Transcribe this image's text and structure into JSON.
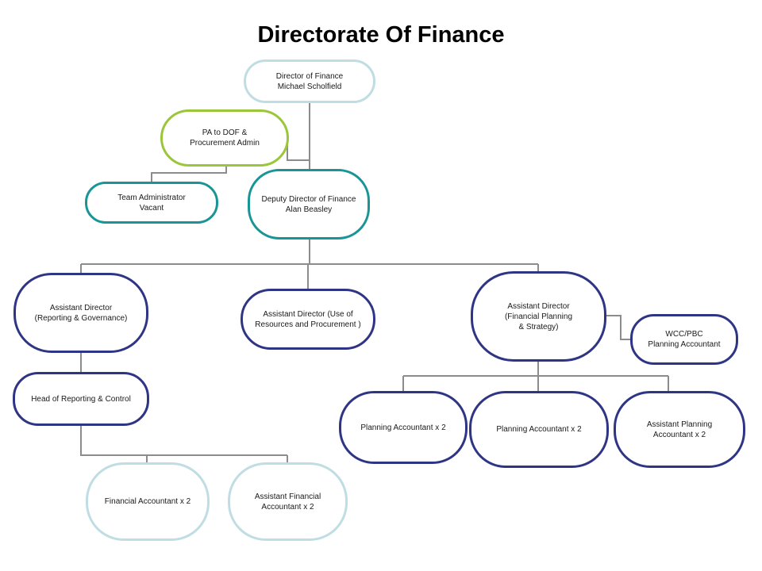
{
  "title": "Directorate Of Finance",
  "colors": {
    "light_blue": "#bfdde3",
    "lime_green": "#9ac73a",
    "teal": "#1a9596",
    "navy": "#2f3585",
    "connector": "#8c8c8c"
  },
  "nodes": {
    "director": {
      "lines": [
        "Director of Finance",
        "Michael Scholfield"
      ]
    },
    "pa": {
      "lines": [
        "PA to DOF &",
        "Procurement  Admin"
      ]
    },
    "team_admin": {
      "lines": [
        "Team Administrator",
        "Vacant"
      ]
    },
    "deputy": {
      "lines": [
        "Deputy Director of Finance",
        "Alan Beasley"
      ]
    },
    "ad_reporting": {
      "lines": [
        "Assistant Director",
        "(Reporting & Governance)"
      ]
    },
    "ad_resources": {
      "lines": [
        "Assistant Director (Use of",
        "Resources and Procurement )"
      ]
    },
    "ad_planning": {
      "lines": [
        "Assistant Director",
        "(Financial Planning",
        "& Strategy)"
      ]
    },
    "wcc": {
      "lines": [
        "WCC/PBC",
        "Planning Accountant"
      ]
    },
    "head_reporting": {
      "lines": [
        "Head of  Reporting & Control"
      ]
    },
    "fin_acct": {
      "lines": [
        "Financial Accountant x 2"
      ]
    },
    "asst_fin_acct": {
      "lines": [
        "Assistant Financial",
        "Accountant x 2"
      ]
    },
    "plan_acct_1": {
      "lines": [
        "Planning Accountant x 2"
      ]
    },
    "plan_acct_2": {
      "lines": [
        "Planning Accountant x 2"
      ]
    },
    "asst_plan_acct": {
      "lines": [
        "Assistant Planning",
        "Accountant x 2"
      ]
    }
  }
}
